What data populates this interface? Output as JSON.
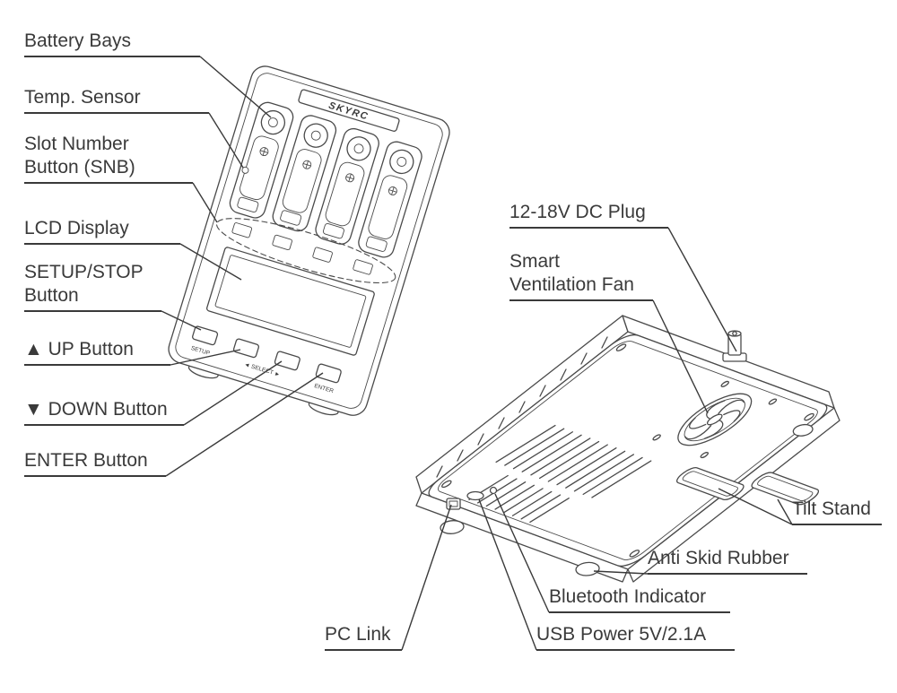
{
  "labels": {
    "battery_bays": {
      "line1": "Battery Bays",
      "line2": ""
    },
    "temp_sensor": {
      "line1": "Temp. Sensor",
      "line2": ""
    },
    "snb": {
      "line1": "Slot Number",
      "line2": "Button (SNB)"
    },
    "lcd": {
      "line1": "LCD Display",
      "line2": ""
    },
    "setup_stop": {
      "line1": "SETUP/STOP",
      "line2": "Button"
    },
    "up": {
      "line1": "▲ UP Button",
      "line2": ""
    },
    "down": {
      "line1": "▼ DOWN Button",
      "line2": ""
    },
    "enter": {
      "line1": "ENTER Button",
      "line2": ""
    },
    "dc_plug": {
      "line1": "12-18V DC Plug",
      "line2": ""
    },
    "fan": {
      "line1": "Smart",
      "line2": "Ventilation Fan"
    },
    "tilt_stand": {
      "line1": "Tilt Stand",
      "line2": ""
    },
    "anti_skid": {
      "line1": "Anti Skid Rubber",
      "line2": ""
    },
    "bluetooth": {
      "line1": "Bluetooth Indicator",
      "line2": ""
    },
    "usb": {
      "line1": "USB Power 5V/2.1A",
      "line2": ""
    },
    "pc_link": {
      "line1": "PC Link",
      "line2": ""
    }
  },
  "device_front": {
    "logo": "SKYRC",
    "btn_setup": "SETUP",
    "btn_select": "◄ SELECT ►",
    "btn_enter": "ENTER"
  },
  "colors": {
    "line": "#3a3a3a",
    "stroke": "#4a4a4a",
    "background": "#ffffff"
  }
}
